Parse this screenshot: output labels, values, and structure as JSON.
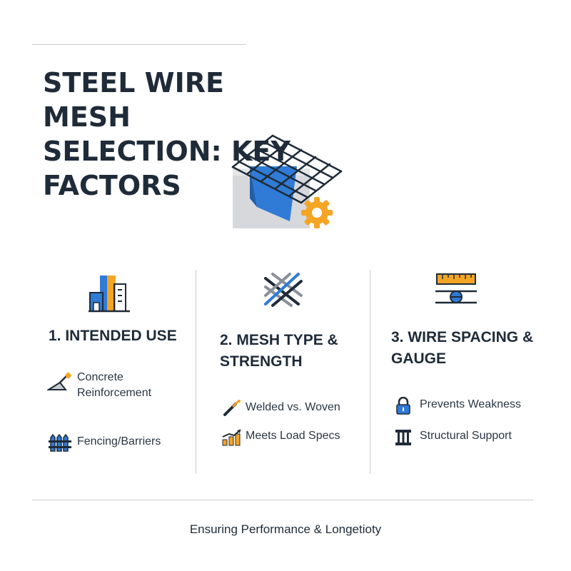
{
  "title": "STEEL WIRE MESH SELECTION: KEY FACTORS",
  "colors": {
    "navy": "#1f2b38",
    "blue": "#2f7bd6",
    "orange": "#f5a524",
    "gray": "#c9ccd0"
  },
  "hero_icons": [
    "wire-mesh-grid-icon",
    "concrete-block-icon",
    "gear-icon"
  ],
  "columns": [
    {
      "icon": "building-icon",
      "heading": "1. INTENDED USE",
      "items": [
        {
          "icon": "trowel-icon",
          "label": "Concrete Reinforcement"
        },
        {
          "icon": "fence-icon",
          "label": "Fencing/Barriers"
        }
      ]
    },
    {
      "icon": "crossed-wires-icon",
      "heading": "2. MESH TYPE & STRENGTH",
      "items": [
        {
          "icon": "welding-torch-icon",
          "label": "Welded vs. Woven"
        },
        {
          "icon": "growth-chart-icon",
          "label": "Meets Load Specs"
        }
      ]
    },
    {
      "icon": "ruler-gauge-icon",
      "heading": "3. WIRE SPACING & GAUGE",
      "items": [
        {
          "icon": "lock-icon",
          "label": "Prevents Weakness"
        },
        {
          "icon": "column-icon",
          "label": "Structural Support"
        }
      ]
    }
  ],
  "footer": "Ensuring Performance & Longetioty"
}
